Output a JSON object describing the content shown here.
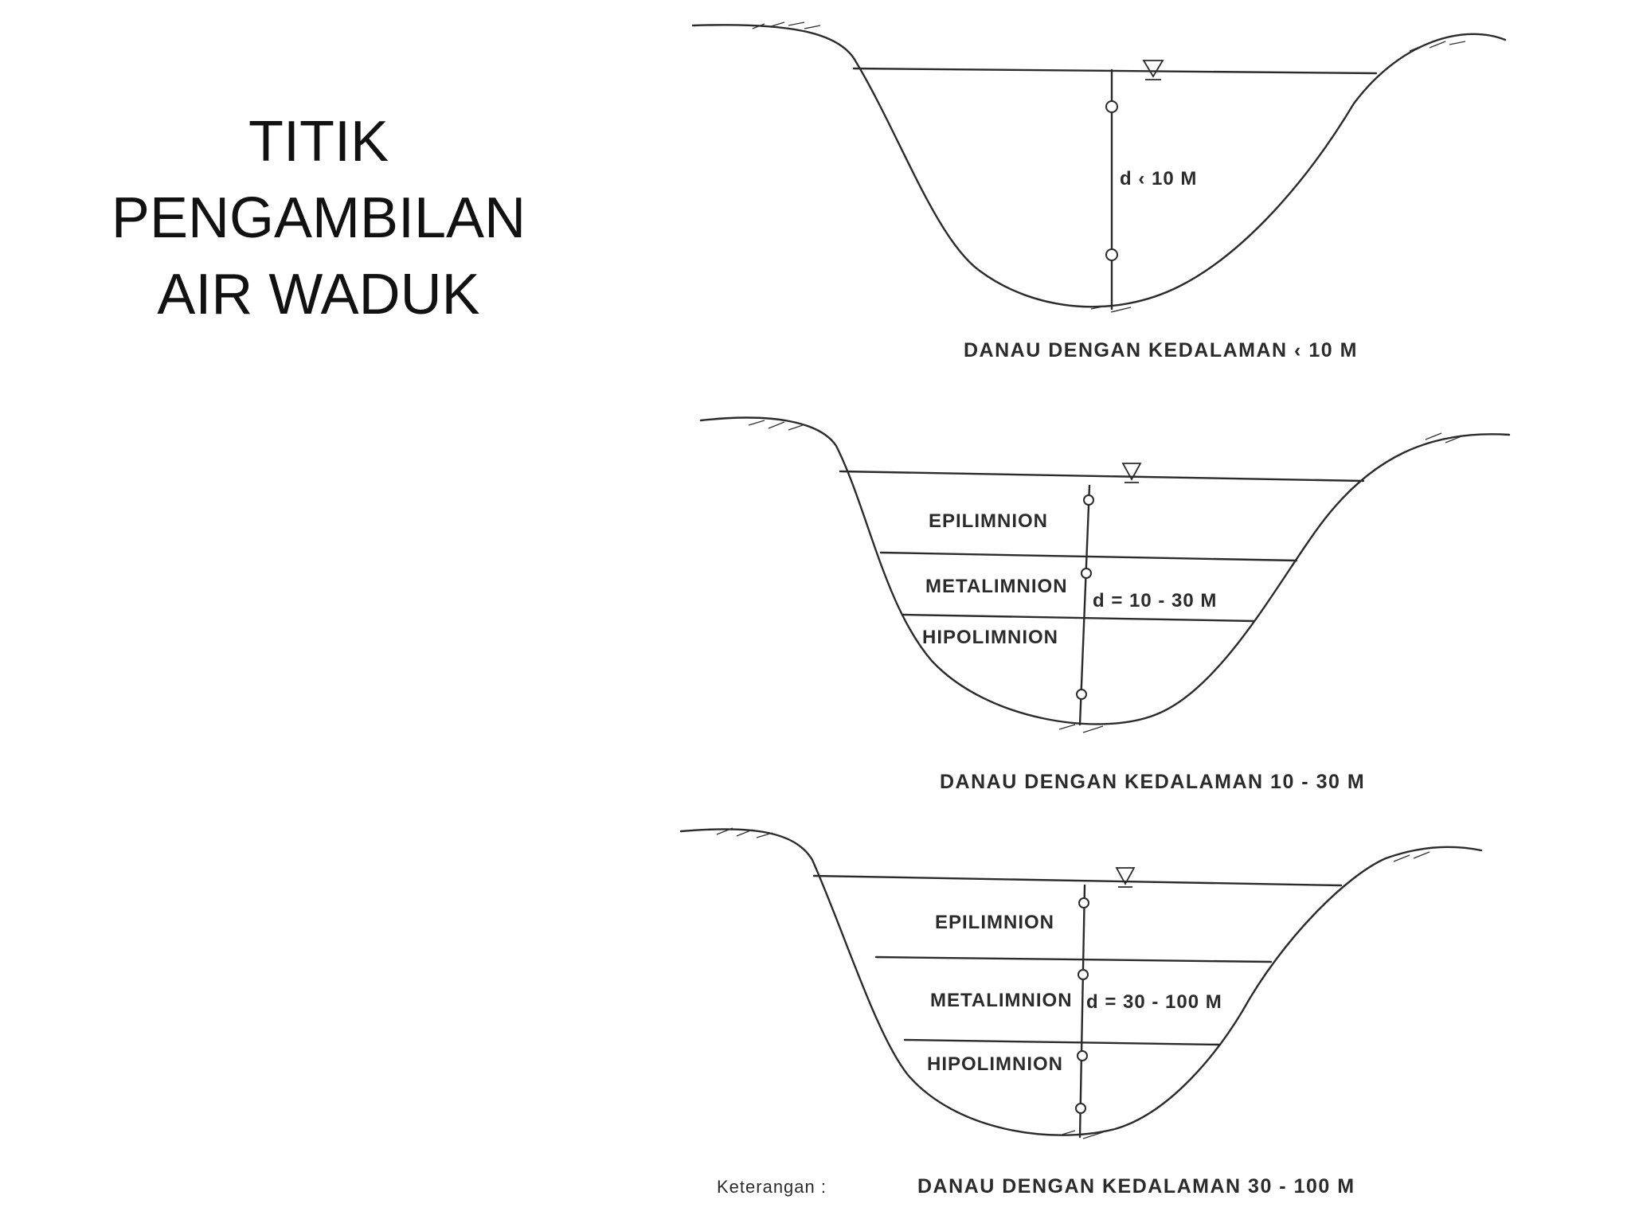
{
  "slide": {
    "title_lines": [
      "TITIK",
      "PENGAMBILAN",
      "AIR WADUK"
    ]
  },
  "diagram_1": {
    "depth_label": "d ‹ 10 M",
    "caption": "DANAU DENGAN KEDALAMAN ‹ 10 M"
  },
  "diagram_2": {
    "layers": [
      "EPILIMNION",
      "METALIMNION",
      "HIPOLIMNION"
    ],
    "depth_label": "d = 10 - 30 M",
    "caption": "DANAU DENGAN KEDALAMAN 10 - 30 M"
  },
  "diagram_3": {
    "layers": [
      "EPILIMNION",
      "METALIMNION",
      "HIPOLIMNION"
    ],
    "depth_label": "d = 30 - 100 M",
    "caption": "DANAU DENGAN KEDALAMAN 30 - 100 M",
    "note_label": "Keterangan :"
  },
  "colors": {
    "ink": "#2b2b2b",
    "background": "#ffffff"
  }
}
